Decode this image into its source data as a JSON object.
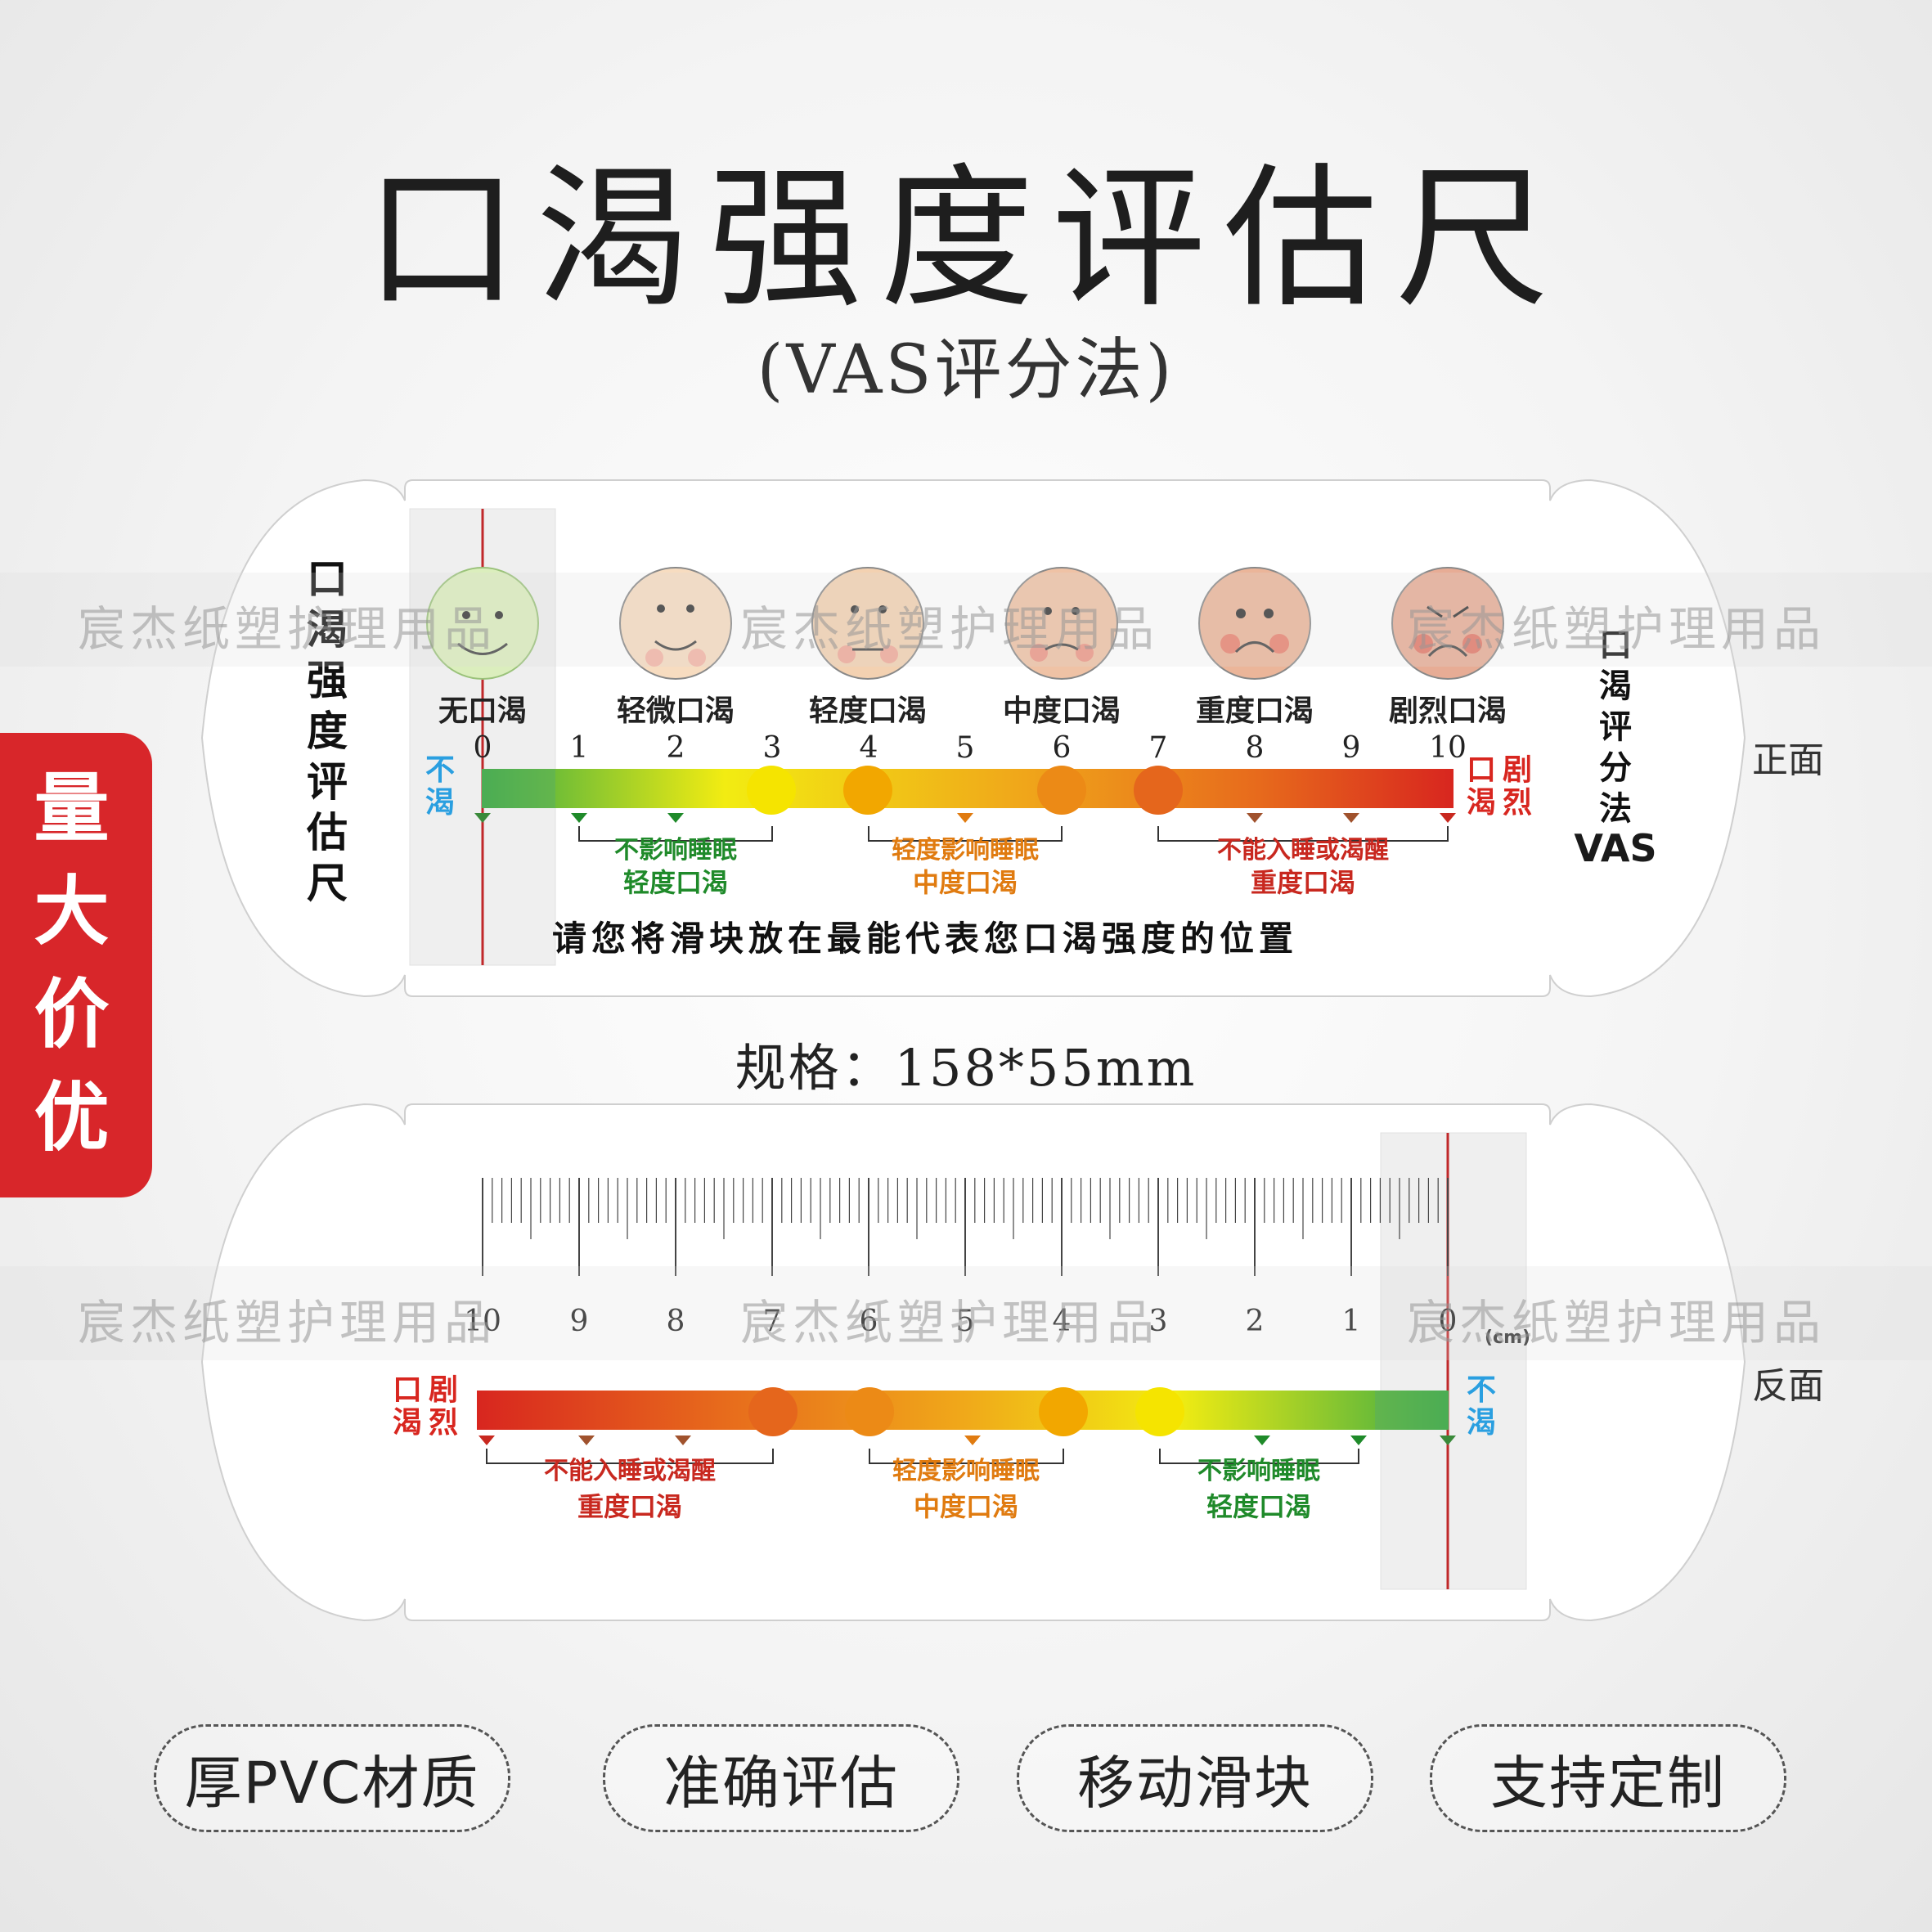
{
  "title": "口渴强度评估尺",
  "subtitle": "(VAS评分法)",
  "spec": "规格：158*55mm",
  "promo": "量大价优",
  "side_labels": {
    "front": "正面",
    "back": "反面"
  },
  "watermark": "宸杰纸塑护理用品",
  "front": {
    "vertical_title": [
      "口",
      "渴",
      "强",
      "度",
      "评",
      "估",
      "尺"
    ],
    "vertical_right": [
      "口",
      "渴",
      "评",
      "分",
      "法"
    ],
    "vas": "VAS",
    "levels": [
      "无口渴",
      "轻微口渴",
      "轻度口渴",
      "中度口渴",
      "重度口渴",
      "剧烈口渴"
    ],
    "ticks": [
      "0",
      "1",
      "2",
      "3",
      "4",
      "5",
      "6",
      "7",
      "8",
      "9",
      "10"
    ],
    "left_end": [
      "不",
      "渴"
    ],
    "right_end": [
      "口剧",
      "渴烈"
    ],
    "groups": [
      {
        "effect": "不影响睡眠",
        "level": "轻度口渴",
        "color": "#1f8a2a"
      },
      {
        "effect": "轻度影响睡眠",
        "level": "中度口渴",
        "color": "#e07b10"
      },
      {
        "effect": "不能入睡或渴醒",
        "level": "重度口渴",
        "color": "#c8281f"
      }
    ],
    "instruction": "请您将滑块放在最能代表您口渴强度的位置"
  },
  "back": {
    "ticks": [
      "10",
      "9",
      "8",
      "7",
      "6",
      "5",
      "4",
      "3",
      "2",
      "1",
      "0"
    ],
    "unit": "(cm)",
    "left_end": [
      "口剧",
      "渴烈"
    ],
    "right_end": [
      "不",
      "渴"
    ],
    "groups": [
      {
        "effect": "不能入睡或渴醒",
        "level": "重度口渴",
        "color": "#c8281f"
      },
      {
        "effect": "轻度影响睡眠",
        "level": "中度口渴",
        "color": "#e07b10"
      },
      {
        "effect": "不影响睡眠",
        "level": "轻度口渴",
        "color": "#1f8a2a"
      }
    ]
  },
  "features": [
    "厚PVC材质",
    "准确评估",
    "移动滑块",
    "支持定制"
  ],
  "colors": {
    "accent_red": "#d8262a",
    "slider_line": "#c0282a",
    "blue": "#2a9fe0"
  }
}
